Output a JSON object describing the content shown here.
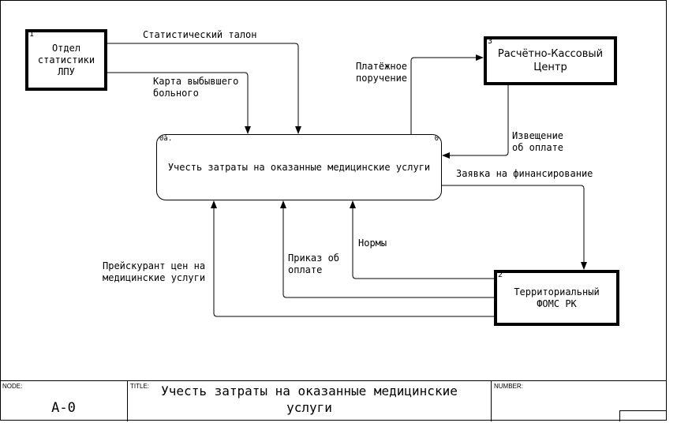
{
  "boxes": {
    "statistics": {
      "number": "1",
      "label": "Отдел\nстатистики\nЛПУ"
    },
    "cash_center": {
      "number": "3",
      "label": "Расчётно-Кассовый\nЦентр"
    },
    "foms": {
      "number": "2",
      "label": "Территориальный\nФОМС РК"
    }
  },
  "process": {
    "label": "Учесть затраты на оказанные медицинские услуги",
    "corner_left": "0â.",
    "corner_right": "0"
  },
  "arrows": {
    "stat_talon": "Статистический талон",
    "patient_card": "Карта выбывшего\nбольного",
    "payment_order": "Платёжное\nпоручение",
    "payment_notice": "Извещение\nоб оплате",
    "funding_request": "Заявка на финансирование",
    "norms": "Нормы",
    "payment_decree": "Приказ об\nоплате",
    "price_list": "Прейскурант цен на\nмедицинские услуги"
  },
  "footer": {
    "node_caption": "NODE:",
    "node_value": "A-0",
    "title_caption": "TITLE:",
    "title_value": "Учесть затраты на оказанные медицинские\nуслуги",
    "number_caption": "NUMBER:"
  }
}
